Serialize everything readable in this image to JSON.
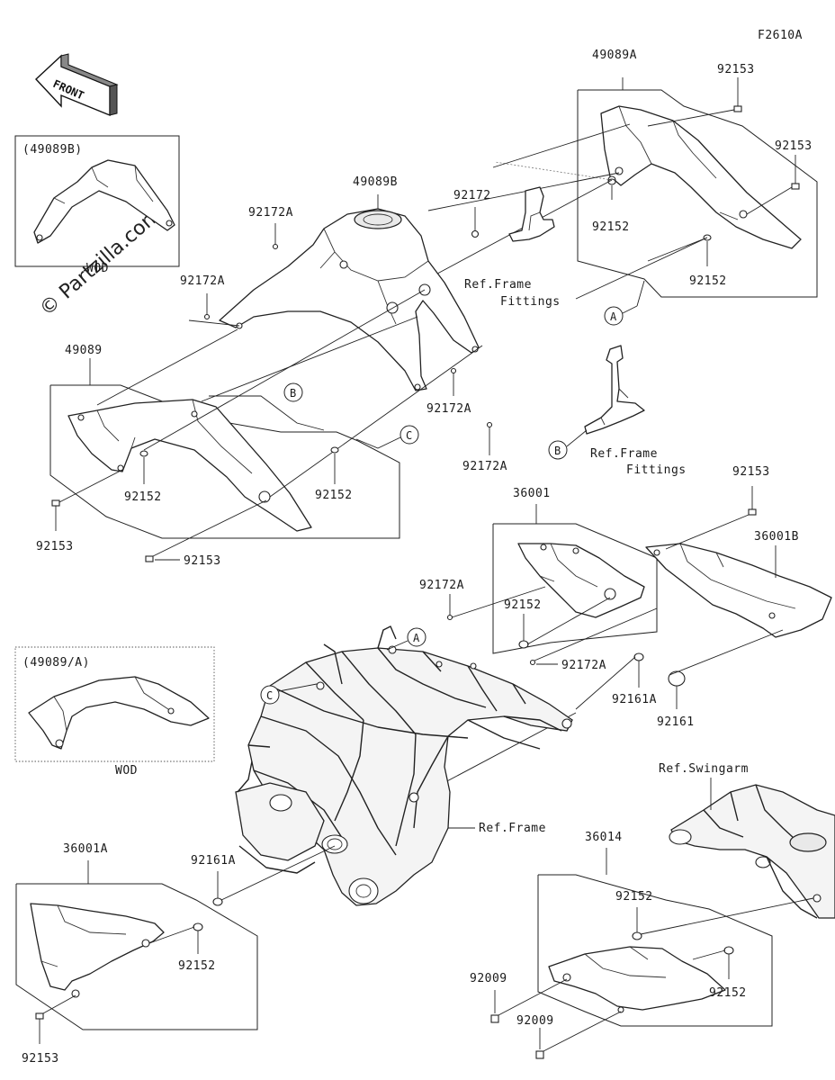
{
  "figure_code": "F2610A",
  "watermark": "© Partzilla.com",
  "front_label": "FRONT",
  "labels": {
    "p49089A": "49089A",
    "p92153_top": "92153",
    "p92153_right": "92153",
    "p92152_upper": "92152",
    "p92152_upper_right": "92152",
    "p49089B": "49089B",
    "p92172": "92172",
    "p92172A_left_upper": "92172A",
    "p92172A_left": "92172A",
    "p92172A_mid": "92172A",
    "p92172A_lower": "92172A",
    "p49089": "49089",
    "p92152_left": "92152",
    "p92152_mid": "92152",
    "p92153_left": "92153",
    "p92153_bottom_left": "92153",
    "p36001": "36001",
    "p36001B": "36001B",
    "p92153_mid_right": "92153",
    "p92172A_36001": "92172A",
    "p92152_36001": "92152",
    "p92172A_36001_low": "92172A",
    "p92161A": "92161A",
    "p92161": "92161",
    "p36001A": "36001A",
    "p92161A_lower": "92161A",
    "p92152_36001A": "92152",
    "p92153_36001A": "92153",
    "p36014": "36014",
    "p92152_36014_up": "92152",
    "p92152_36014_right": "92152",
    "p92009_a": "92009",
    "p92009_b": "92009",
    "ref_frame_fittings_1_a": "Ref.Frame",
    "ref_frame_fittings_1_b": "Fittings",
    "ref_frame_fittings_2_a": "Ref.Frame",
    "ref_frame_fittings_2_b": "Fittings",
    "ref_frame": "Ref.Frame",
    "ref_swingarm": "Ref.Swingarm",
    "inset_1_title": "(49089B)",
    "inset_1_note": "WOD",
    "inset_2_title": "(49089/A)",
    "inset_2_note": "WOD"
  },
  "callouts": {
    "A_upper": "A",
    "A_lower": "A",
    "B_upper": "B",
    "B_lower": "B",
    "C_upper": "C",
    "C_lower": "C"
  }
}
